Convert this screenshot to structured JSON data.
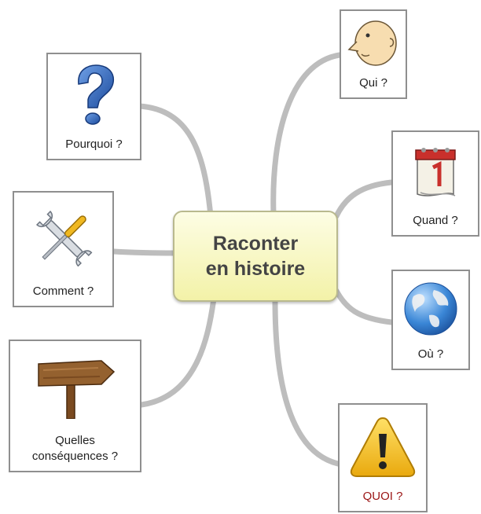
{
  "center": {
    "line1": "Raconter",
    "line2": "en histoire"
  },
  "nodes": {
    "pourquoi": {
      "label": "Pourquoi ?",
      "icon": "question-mark-icon"
    },
    "comment": {
      "label": "Comment ?",
      "icon": "screwdriver-wrench-icon"
    },
    "consequences": {
      "line1": "Quelles",
      "line2": "conséquences ?",
      "icon": "signpost-icon"
    },
    "qui": {
      "label": "Qui ?",
      "icon": "face-icon"
    },
    "quand": {
      "label": "Quand ?",
      "icon": "calendar-icon"
    },
    "ou": {
      "label": "Où ?",
      "icon": "globe-icon"
    },
    "quoi": {
      "label": "QUOI ?",
      "icon": "warning-icon"
    }
  },
  "colors": {
    "branch": "#bdbdbd",
    "center_fill": "#f6f5b8",
    "quoi_label": "#9b1515",
    "question_mark": "#2a5fb0",
    "globe": "#3a86d6",
    "warning": "#f2c21b",
    "signpost": "#8a5a2b"
  }
}
